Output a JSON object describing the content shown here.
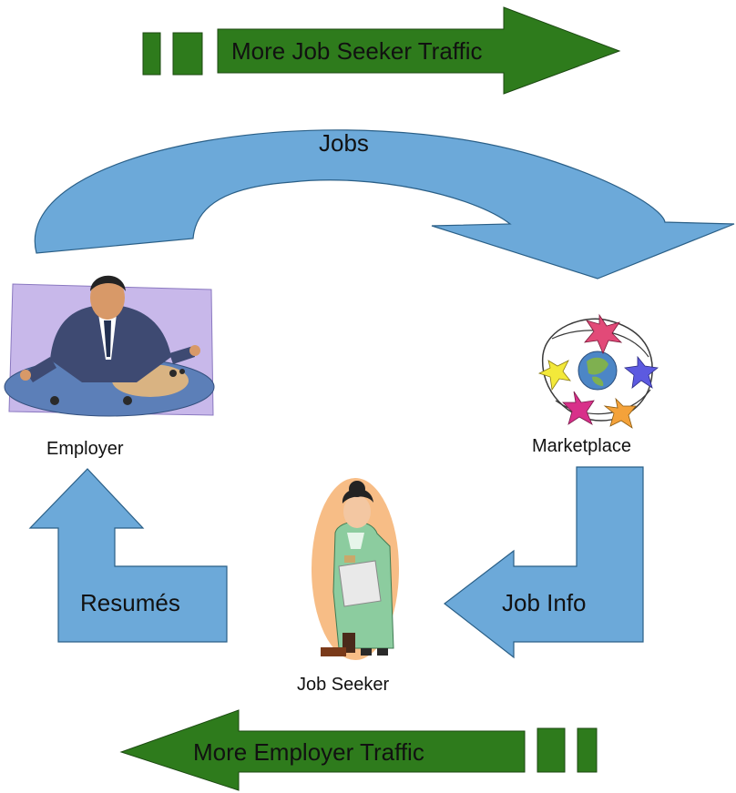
{
  "diagram": {
    "top_banner": {
      "label": "More Job Seeker Traffic",
      "color": "#2E7B1C"
    },
    "bottom_banner": {
      "label": "More Employer Traffic",
      "color": "#2E7B1C"
    },
    "flows": {
      "jobs": {
        "label": "Jobs",
        "color": "#6CA9D9"
      },
      "job_info": {
        "label": "Job Info",
        "color": "#6CA9D9"
      },
      "resumes": {
        "label": "Resumés",
        "color": "#6CA9D9"
      }
    },
    "nodes": {
      "employer": {
        "label": "Employer",
        "icon": "employer-icon"
      },
      "marketplace": {
        "label": "Marketplace",
        "icon": "globe-icon"
      },
      "job_seeker": {
        "label": "Job Seeker",
        "icon": "job-seeker-icon"
      }
    }
  }
}
